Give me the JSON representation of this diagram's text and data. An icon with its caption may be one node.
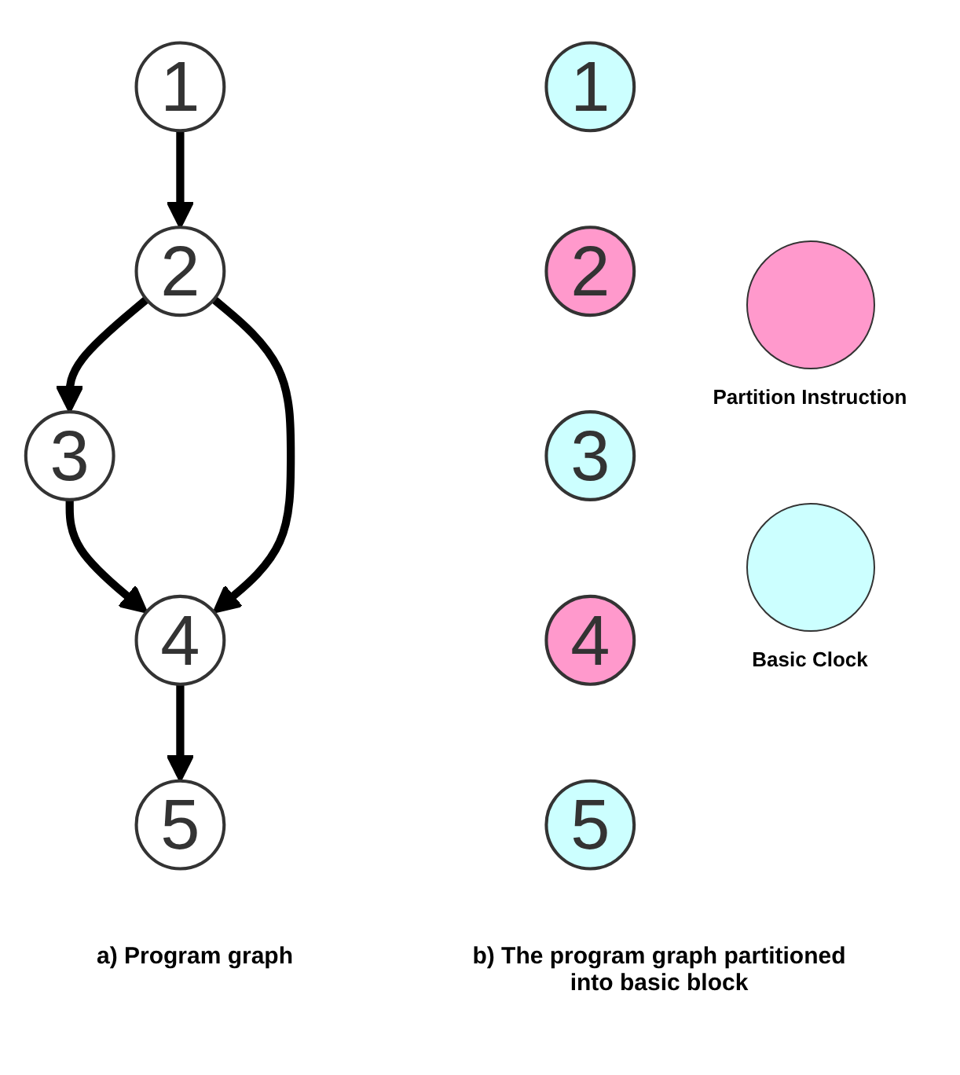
{
  "diagram": {
    "nodes": [
      {
        "text": [
          "1"
        ]
      },
      {
        "text": [
          "2"
        ]
      },
      {
        "text": [
          "3"
        ]
      },
      {
        "text": [
          "4"
        ]
      },
      {
        "text": [
          "5"
        ]
      },
      {
        "text": [
          "1"
        ]
      },
      {
        "text": [
          "2"
        ]
      },
      {
        "text": [
          "3"
        ]
      },
      {
        "text": [
          "4"
        ]
      },
      {
        "text": [
          "5"
        ]
      }
    ],
    "edges": [
      {
        "from": 0,
        "to": 1,
        "arrow": "to"
      },
      {
        "from": 1,
        "to": 2,
        "arrow": "to"
      },
      {
        "from": 2,
        "to": 3,
        "arrow": "to"
      },
      {
        "from": 3,
        "to": 4,
        "arrow": "to"
      },
      {
        "from": 1,
        "to": 3,
        "arrow": "to"
      }
    ],
    "labels": [
      "a) Program graph",
      "b) The program graph partitioned into basic block"
    ],
    "legend": [
      {
        "text": "Partition Instruction",
        "color": "#ff99cc"
      },
      {
        "text": "Basic Clock",
        "color": "#ccffff"
      }
    ]
  }
}
